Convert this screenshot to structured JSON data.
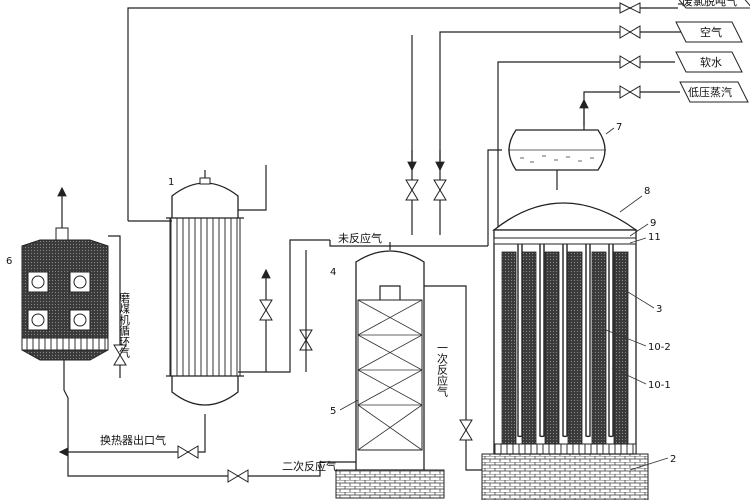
{
  "streams": {
    "waste_gas": "废氯脱吨气",
    "air": "空气",
    "soft_water": "软水",
    "low_pressure_steam": "低压蒸汽",
    "unreacted_gas": "未反应气",
    "primary_reaction_gas": "一次反应气",
    "secondary_reaction_gas": "二次反应气",
    "heat_exchanger_outlet_gas": "换热器出口气",
    "mill_circulation": "磨煤机循环气"
  },
  "component_numbers": {
    "n1": "1",
    "n2": "2",
    "n3": "3",
    "n4": "4",
    "n5": "5",
    "n6": "6",
    "n7": "7",
    "n8": "8",
    "n9": "9",
    "n11": "11",
    "n10_2": "10-2",
    "n10_1": "10-1"
  }
}
